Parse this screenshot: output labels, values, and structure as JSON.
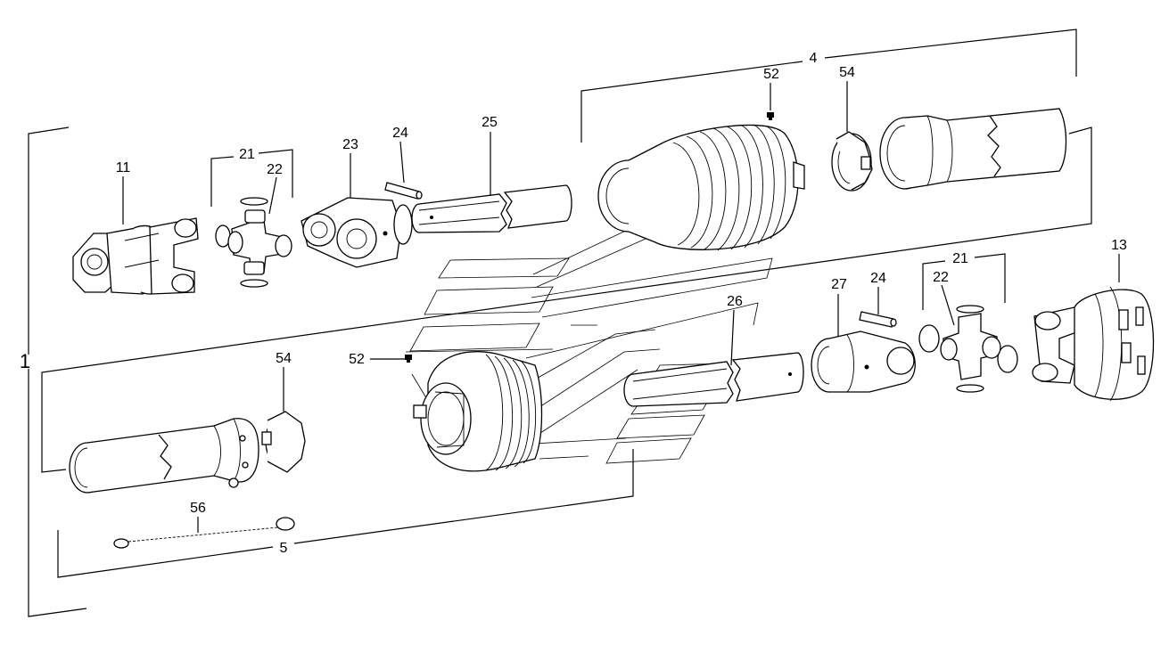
{
  "diagram": {
    "labels": {
      "assembly": "1",
      "inner_half": "4",
      "outer_half": "5",
      "yoke_left": "11",
      "yoke_right": "13",
      "cross_kit_top": "21",
      "cross_kit_bottom": "21",
      "cross_top": "22",
      "cross_bottom": "22",
      "inner_yoke": "23",
      "pin_top": "24",
      "pin_bottom": "24",
      "inner_tube": "25",
      "outer_tube": "26",
      "outer_yoke": "27",
      "screw_top": "52",
      "screw_bottom": "52",
      "bearing_ring_top": "54",
      "bearing_ring_bottom": "54",
      "chain": "56"
    }
  }
}
